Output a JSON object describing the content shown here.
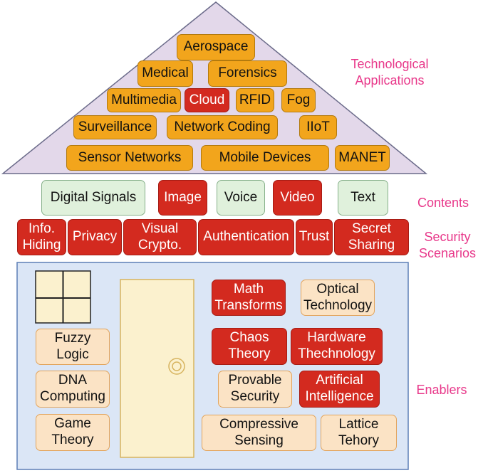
{
  "labels": {
    "applications": "Technological\nApplications",
    "contents": "Contents",
    "scenarios": "Security\nScenarios",
    "enablers": "Enablers"
  },
  "applications": [
    {
      "id": "aerospace",
      "text": "Aerospace",
      "color": "orange"
    },
    {
      "id": "medical",
      "text": "Medical",
      "color": "orange"
    },
    {
      "id": "forensics",
      "text": "Forensics",
      "color": "orange"
    },
    {
      "id": "multimedia",
      "text": "Multimedia",
      "color": "orange"
    },
    {
      "id": "cloud",
      "text": "Cloud",
      "color": "red"
    },
    {
      "id": "rfid",
      "text": "RFID",
      "color": "orange"
    },
    {
      "id": "fog",
      "text": "Fog",
      "color": "orange"
    },
    {
      "id": "surveillance",
      "text": "Surveillance",
      "color": "orange"
    },
    {
      "id": "network-coding",
      "text": "Network Coding",
      "color": "orange"
    },
    {
      "id": "iiot",
      "text": "IIoT",
      "color": "orange"
    },
    {
      "id": "sensor-networks",
      "text": "Sensor Networks",
      "color": "orange"
    },
    {
      "id": "mobile-devices",
      "text": "Mobile Devices",
      "color": "orange"
    },
    {
      "id": "manet",
      "text": "MANET",
      "color": "orange"
    }
  ],
  "contents": [
    {
      "id": "digital-signals",
      "text": "Digital Signals",
      "color": "green"
    },
    {
      "id": "image",
      "text": "Image",
      "color": "red"
    },
    {
      "id": "voice",
      "text": "Voice",
      "color": "green"
    },
    {
      "id": "video",
      "text": "Video",
      "color": "red"
    },
    {
      "id": "text",
      "text": "Text",
      "color": "green"
    }
  ],
  "scenarios": [
    {
      "id": "info-hiding",
      "text": "Info.\nHiding",
      "color": "red"
    },
    {
      "id": "privacy",
      "text": "Privacy",
      "color": "red"
    },
    {
      "id": "visual-crypto",
      "text": "Visual\nCrypto.",
      "color": "red"
    },
    {
      "id": "authentication",
      "text": "Authentication",
      "color": "red"
    },
    {
      "id": "trust",
      "text": "Trust",
      "color": "red"
    },
    {
      "id": "secret-sharing",
      "text": "Secret\nSharing",
      "color": "red"
    }
  ],
  "enablers": [
    {
      "id": "fuzzy-logic",
      "text": "Fuzzy\nLogic",
      "color": "cream"
    },
    {
      "id": "dna-computing",
      "text": "DNA\nComputing",
      "color": "cream"
    },
    {
      "id": "game-theory",
      "text": "Game\nTheory",
      "color": "cream"
    },
    {
      "id": "math-transforms",
      "text": "Math\nTransforms",
      "color": "red"
    },
    {
      "id": "optical-technology",
      "text": "Optical\nTechnology",
      "color": "cream"
    },
    {
      "id": "chaos-theory",
      "text": "Chaos\nTheory",
      "color": "red"
    },
    {
      "id": "hardware-technology",
      "text": "Hardware\nThechnology",
      "color": "red"
    },
    {
      "id": "provable-security",
      "text": "Provable\nSecurity",
      "color": "cream"
    },
    {
      "id": "artificial-intelligence",
      "text": "Artificial\nIntelligence",
      "color": "red"
    },
    {
      "id": "compressive-sensing",
      "text": "Compressive\nSensing",
      "color": "cream"
    },
    {
      "id": "lattice-theory",
      "text": "Lattice\nTehory",
      "color": "cream"
    }
  ],
  "colors": {
    "roof_fill": "#e3d8ea",
    "roof_stroke": "#6b6b8a",
    "body_fill": "#dbe6f6",
    "body_stroke": "#5c7fb5",
    "window_fill": "#fbf1ce",
    "door_fill": "#fbf1ce",
    "door_stroke": "#d7b45f",
    "label_pink": "#e8388a"
  }
}
